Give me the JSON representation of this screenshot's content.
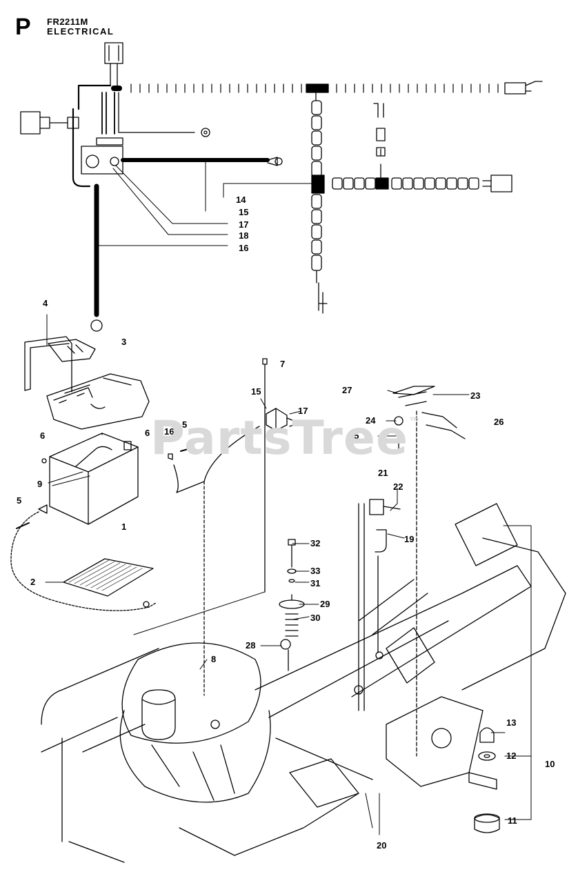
{
  "header": {
    "section_letter": "P",
    "model": "FR2211M",
    "section_title": "ELECTRICAL"
  },
  "watermark": {
    "text": "PartsTree",
    "mark": "™"
  },
  "callouts": {
    "c1": "1",
    "c2": "2",
    "c3": "3",
    "c4": "4",
    "c5a": "5",
    "c5b": "5",
    "c6a": "6",
    "c6b": "6",
    "c7": "7",
    "c8": "8",
    "c9": "9",
    "c10": "10",
    "c11": "11",
    "c12": "12",
    "c13": "13",
    "c14": "14",
    "c15a": "15",
    "c15b": "15",
    "c16a": "16",
    "c16b": "16",
    "c17a": "17",
    "c17b": "17",
    "c18": "18",
    "c19": "19",
    "c20": "20",
    "c21": "21",
    "c22": "22",
    "c23": "23",
    "c24": "24",
    "c25": "25",
    "c26": "26",
    "c27": "27",
    "c28": "28",
    "c29": "29",
    "c30": "30",
    "c31": "31",
    "c32": "32",
    "c33": "33"
  }
}
